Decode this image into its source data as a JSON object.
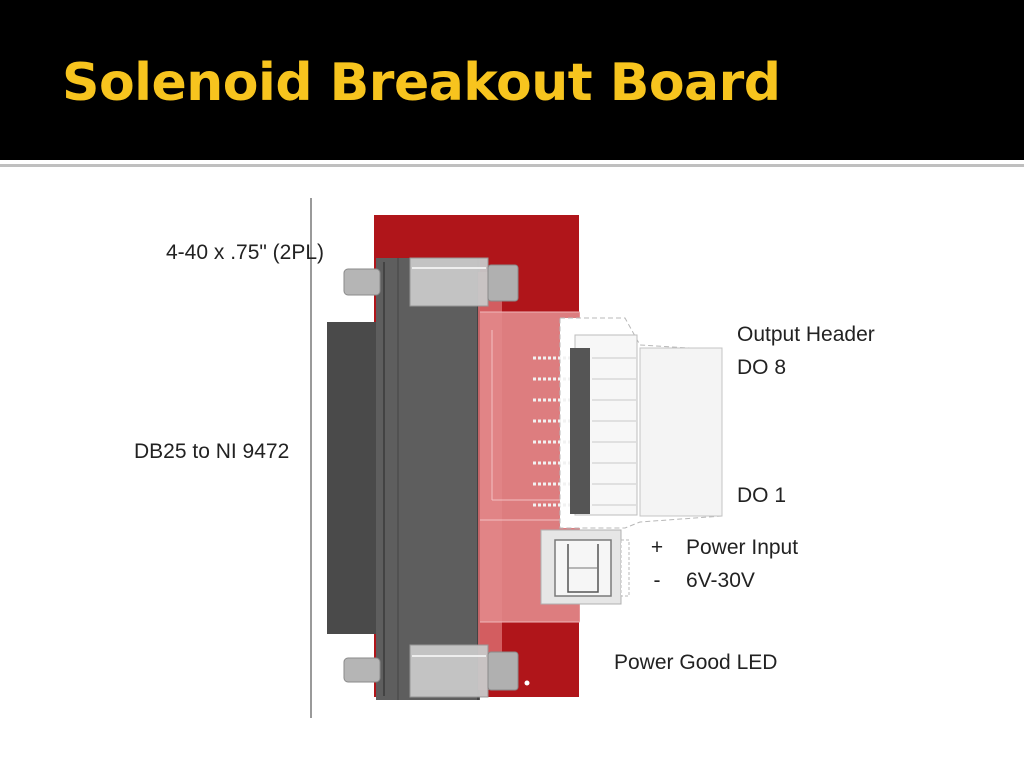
{
  "slide": {
    "title": "Solenoid Breakout Board"
  },
  "diagram": {
    "labels": {
      "mounting_screws": "4-40 x .75\"  (2PL)",
      "db25_connector": "DB25 to NI 9472",
      "output_header": "Output Header",
      "do8": "DO 8",
      "do1": "DO 1",
      "plus_sign": "+",
      "power_input": "Power Input",
      "minus_sign": "-",
      "voltage_range": "6V-30V",
      "power_good_led": "Power Good LED"
    },
    "colors": {
      "board": "#b0151a",
      "connector_body": "#4a4a4a",
      "connector_flange": "#5e5e5e",
      "title_text": "#f7c41e"
    },
    "output_pin_count": 8
  }
}
